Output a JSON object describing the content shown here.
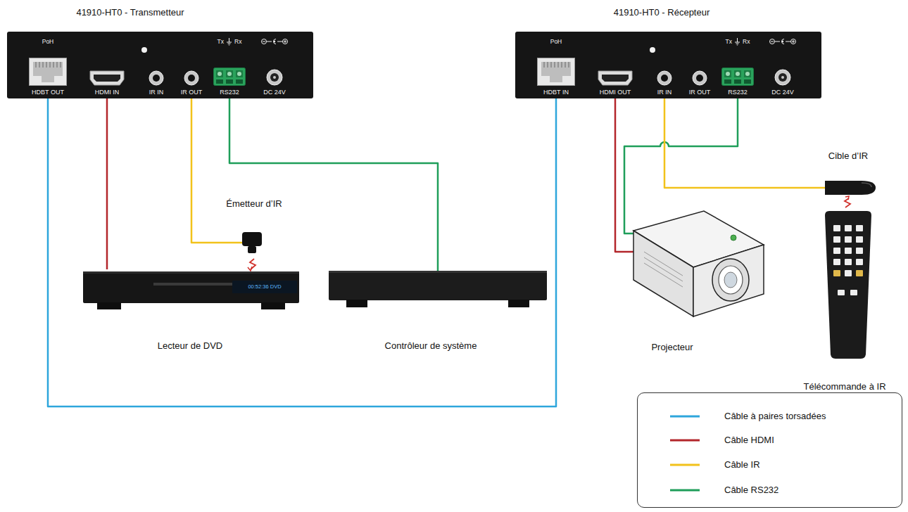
{
  "diagram": {
    "nodes": [
      {
        "text": [
          "41910-HT0 - Transmetteur"
        ]
      },
      {
        "text": [
          "PoH",
          "HDBT OUT"
        ],
        "in": 0
      },
      {
        "text": [
          "HDMI IN"
        ],
        "in": 0
      },
      {
        "text": [
          "IR IN"
        ],
        "in": 0
      },
      {
        "text": [
          "IR OUT"
        ],
        "in": 0
      },
      {
        "text": [
          "Tx",
          "Rx",
          "RS232"
        ],
        "in": 0
      },
      {
        "text": [
          "DC 24V"
        ],
        "in": 0
      },
      {
        "text": [
          "41910-HT0 - Récepteur"
        ]
      },
      {
        "text": [
          "PoH",
          "HDBT IN"
        ],
        "in": 7
      },
      {
        "text": [
          "HDMI OUT"
        ],
        "in": 7
      },
      {
        "text": [
          "IR IN"
        ],
        "in": 7
      },
      {
        "text": [
          "IR OUT"
        ],
        "in": 7
      },
      {
        "text": [
          "Tx",
          "Rx",
          "RS232"
        ],
        "in": 7
      },
      {
        "text": [
          "DC 24V"
        ],
        "in": 7
      },
      {
        "text": [
          "Cible d’IR"
        ]
      },
      {
        "text": [
          "Émetteur d’IR"
        ]
      },
      {
        "text": [
          "Lecteur de DVD"
        ]
      },
      {
        "text": [
          "Contrôleur de système"
        ]
      },
      {
        "text": [
          "Projecteur"
        ]
      },
      {
        "text": [
          "Télécommande à IR"
        ]
      }
    ],
    "edges": [
      {
        "from": 1,
        "to": 8,
        "arrow": "none"
      },
      {
        "from": 2,
        "to": 16,
        "arrow": "none"
      },
      {
        "from": 4,
        "to": 15,
        "arrow": "none"
      },
      {
        "from": 5,
        "to": 17,
        "arrow": "none"
      },
      {
        "from": 9,
        "to": 18,
        "arrow": "none"
      },
      {
        "from": 12,
        "to": 18,
        "arrow": "none"
      },
      {
        "from": 10,
        "to": 14,
        "arrow": "none"
      }
    ],
    "labels": [
      "00:52:36 DVD"
    ],
    "legend": [
      {
        "text": "Câble à paires torsadées",
        "color": "#2ea6dc"
      },
      {
        "text": "Câble HDMI",
        "color": "#b3262b"
      },
      {
        "text": "Câble IR",
        "color": "#f2c21b"
      },
      {
        "text": "Câble RS232",
        "color": "#1f9e5a"
      }
    ]
  }
}
